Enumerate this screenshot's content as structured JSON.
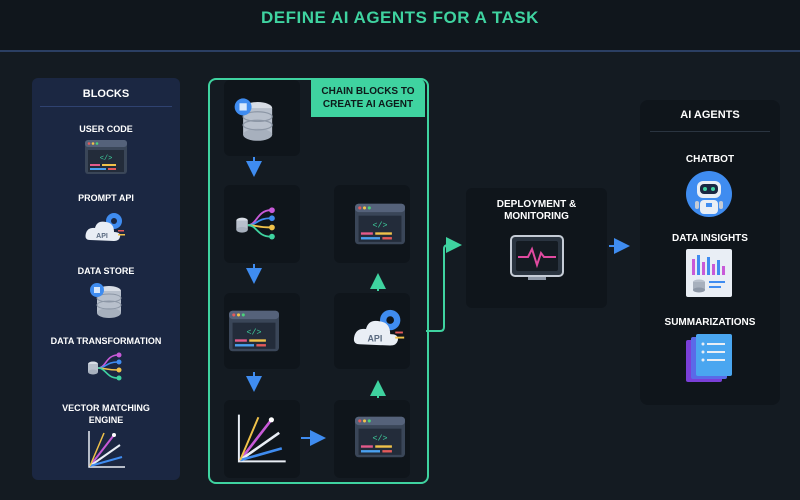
{
  "title": "DEFINE AI AGENTS FOR A TASK",
  "blocks_panel": {
    "heading": "BLOCKS",
    "items": [
      {
        "label": "USER CODE",
        "icon": "code-window-icon"
      },
      {
        "label": "PROMPT API",
        "icon": "cloud-api-gear-icon"
      },
      {
        "label": "DATA STORE",
        "icon": "database-icon"
      },
      {
        "label": "DATA TRANSFORMATION",
        "icon": "data-transform-icon"
      },
      {
        "label_line1": "VECTOR MATCHING",
        "label_line2": "ENGINE",
        "icon": "vector-fan-icon"
      }
    ]
  },
  "chain": {
    "label_line1": "CHAIN BLOCKS TO",
    "label_line2": "CREATE AI AGENT"
  },
  "deployment": {
    "label_line1": "DEPLOYMENT &",
    "label_line2": "MONITORING",
    "icon": "monitor-pulse-icon"
  },
  "ai_agents": {
    "heading": "AI AGENTS",
    "items": [
      {
        "label": "CHATBOT",
        "icon": "robot-icon"
      },
      {
        "label": "DATA INSIGHTS",
        "icon": "bar-chart-icon"
      },
      {
        "label": "SUMMARIZATIONS",
        "icon": "document-stack-icon"
      }
    ]
  },
  "colors": {
    "accent": "#3fd3a0",
    "arrow": "#3f8cf0",
    "panel": "#1b2742",
    "box": "#0f151b",
    "background": "#141b22"
  }
}
